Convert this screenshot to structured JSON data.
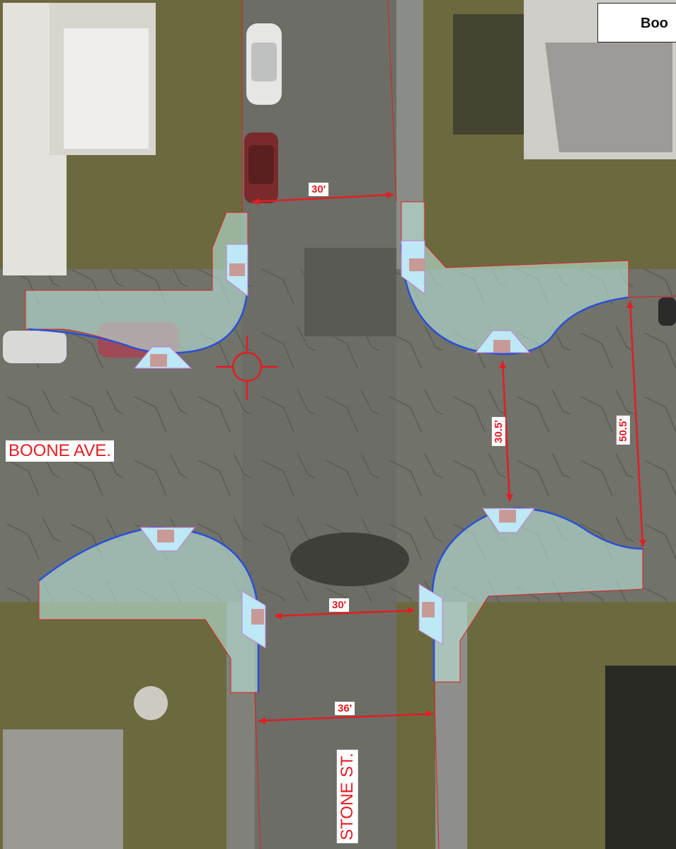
{
  "title_box": {
    "text": "Boo"
  },
  "streets": {
    "boone": "BOONE AVE.",
    "stone": "STONE ST."
  },
  "dimensions": {
    "north_width": "30'",
    "south_width_curb": "30'",
    "south_width_road": "36'",
    "east_gap": "30.5'",
    "east_width": "50.5'"
  },
  "colors": {
    "dimension_red": "#e21d24",
    "curb_blue": "#2b4fd6",
    "sidewalk_overlay": "#b9e6da",
    "ramp_cyan": "#bde8f5",
    "asphalt": "#6f706a",
    "grass": "#6b6a3e"
  },
  "icons": {
    "parked_cars": "car-icon",
    "manhole": "manhole-icon"
  }
}
